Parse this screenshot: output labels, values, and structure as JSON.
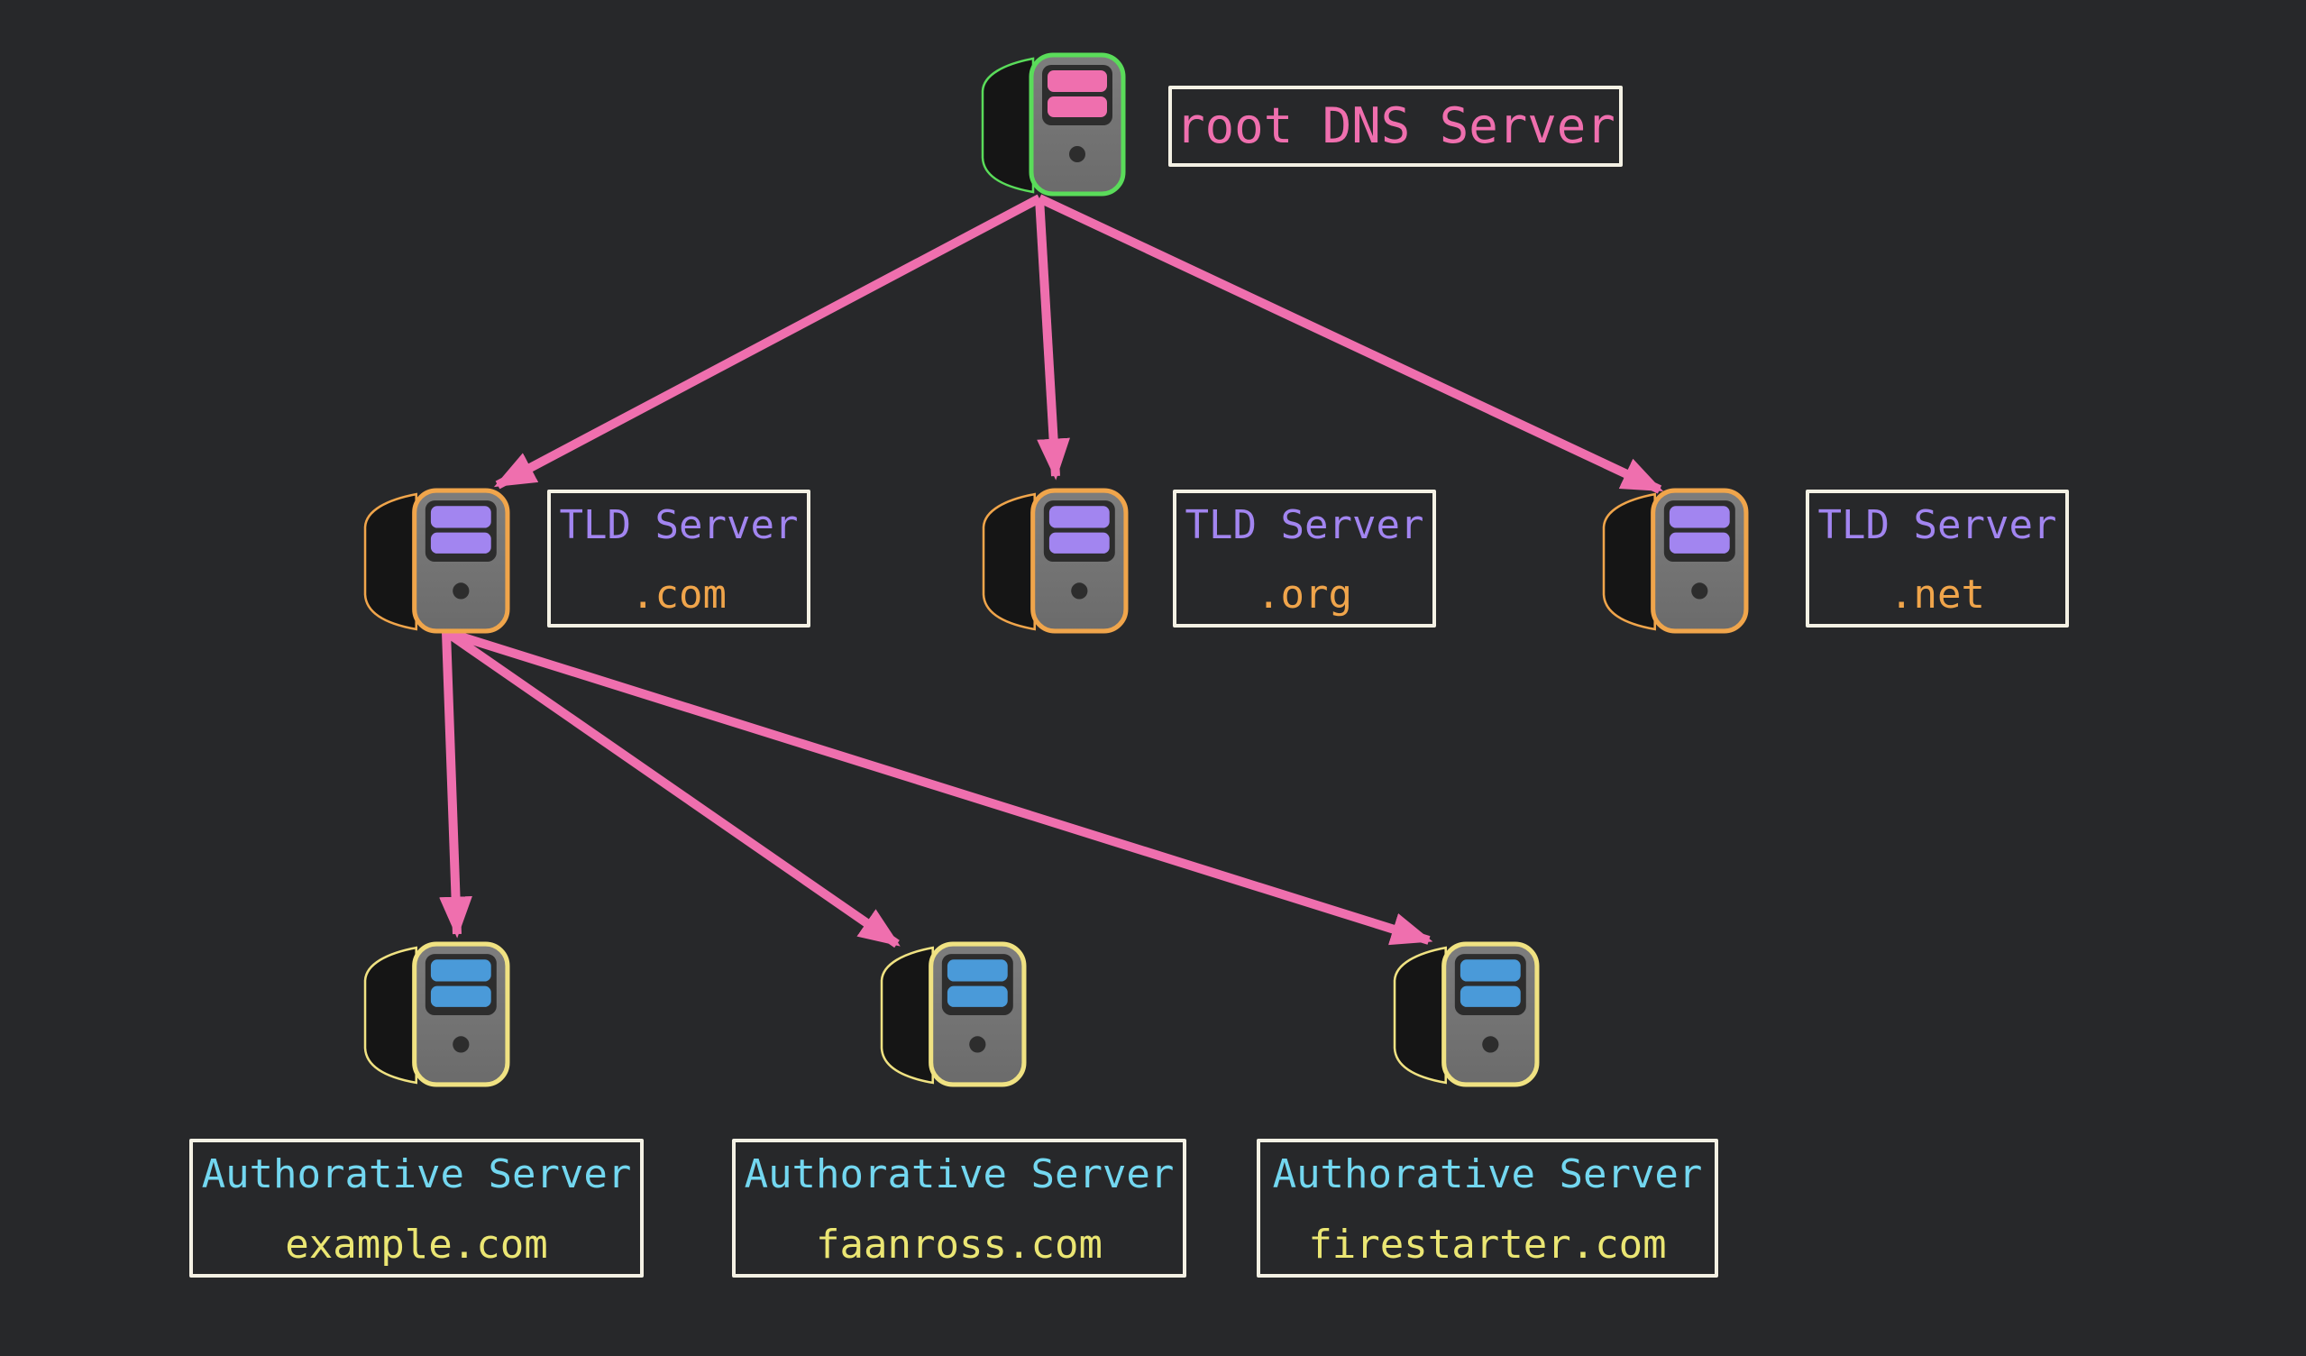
{
  "page": {
    "background_color": "#27282a"
  },
  "colors": {
    "arrow_pink": "#ef6fae",
    "root_outline_green": "#5adc5a",
    "root_stripe_pink": "#ef6fae",
    "root_label_pink": "#ef6fae",
    "tld_outline_orange": "#f0a54b",
    "tld_stripe_purple": "#a285f0",
    "tld_title_purple": "#a285f0",
    "tld_subtitle_orange": "#f0a54b",
    "auth_outline_yellow": "#f0e282",
    "auth_stripe_blue": "#4a9ad9",
    "auth_title_cyan": "#73d7f0",
    "auth_subtitle_yellow": "#ebe673",
    "label_border_cream": "#f4f1e4",
    "server_face_gray": "#767676",
    "server_side_black": "#151515"
  },
  "icons": {
    "root": "server-tower-icon (green outline, pink drive bays)",
    "tld": "server-tower-icon (orange outline, purple drive bays)",
    "auth": "server-tower-icon (yellow outline, blue drive bays)"
  },
  "nodes": {
    "root": {
      "label": "root DNS Server"
    },
    "tld_com": {
      "title": "TLD Server",
      "subtitle": ".com"
    },
    "tld_org": {
      "title": "TLD Server",
      "subtitle": ".org"
    },
    "tld_net": {
      "title": "TLD Server",
      "subtitle": ".net"
    },
    "auth_example": {
      "title": "Authorative Server",
      "subtitle": "example.com"
    },
    "auth_faanross": {
      "title": "Authorative Server",
      "subtitle": "faanross.com"
    },
    "auth_firestarter": {
      "title": "Authorative Server",
      "subtitle": "firestarter.com"
    }
  },
  "edges": [
    {
      "from": "root DNS Server",
      "to": "TLD Server .com"
    },
    {
      "from": "root DNS Server",
      "to": "TLD Server .org"
    },
    {
      "from": "root DNS Server",
      "to": "TLD Server .net"
    },
    {
      "from": "TLD Server .com",
      "to": "Authorative Server example.com"
    },
    {
      "from": "TLD Server .com",
      "to": "Authorative Server faanross.com"
    },
    {
      "from": "TLD Server .com",
      "to": "Authorative Server firestarter.com"
    }
  ]
}
